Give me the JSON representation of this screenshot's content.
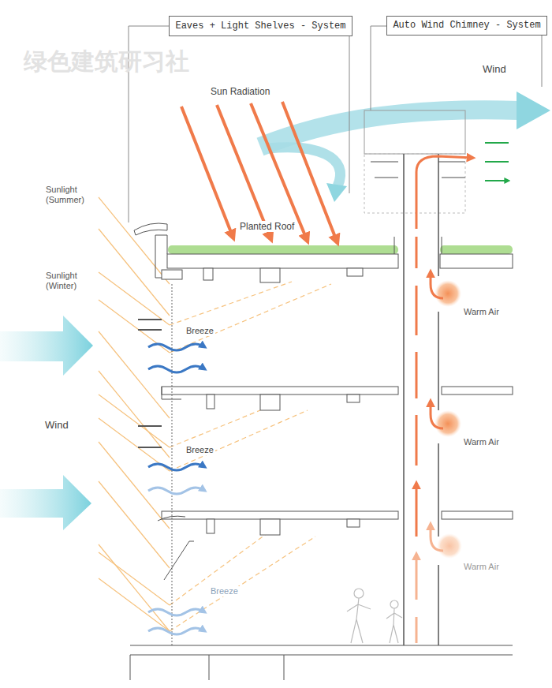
{
  "diagram": {
    "nodes": [
      {
        "text": [
          "Eaves + Light Shelves - System"
        ]
      },
      {
        "text": [
          "Auto Wind Chimney - System"
        ]
      }
    ],
    "labels": [
      "绿色建筑研习社",
      "Wind",
      "Sun Radiation",
      "Sunlight (Summer)",
      "Planted Roof",
      "Sunlight (Winter)",
      "Warm Air",
      "Breeze",
      "Wind",
      "Warm Air",
      "Breeze",
      "Warm Air",
      "Breeze"
    ]
  }
}
